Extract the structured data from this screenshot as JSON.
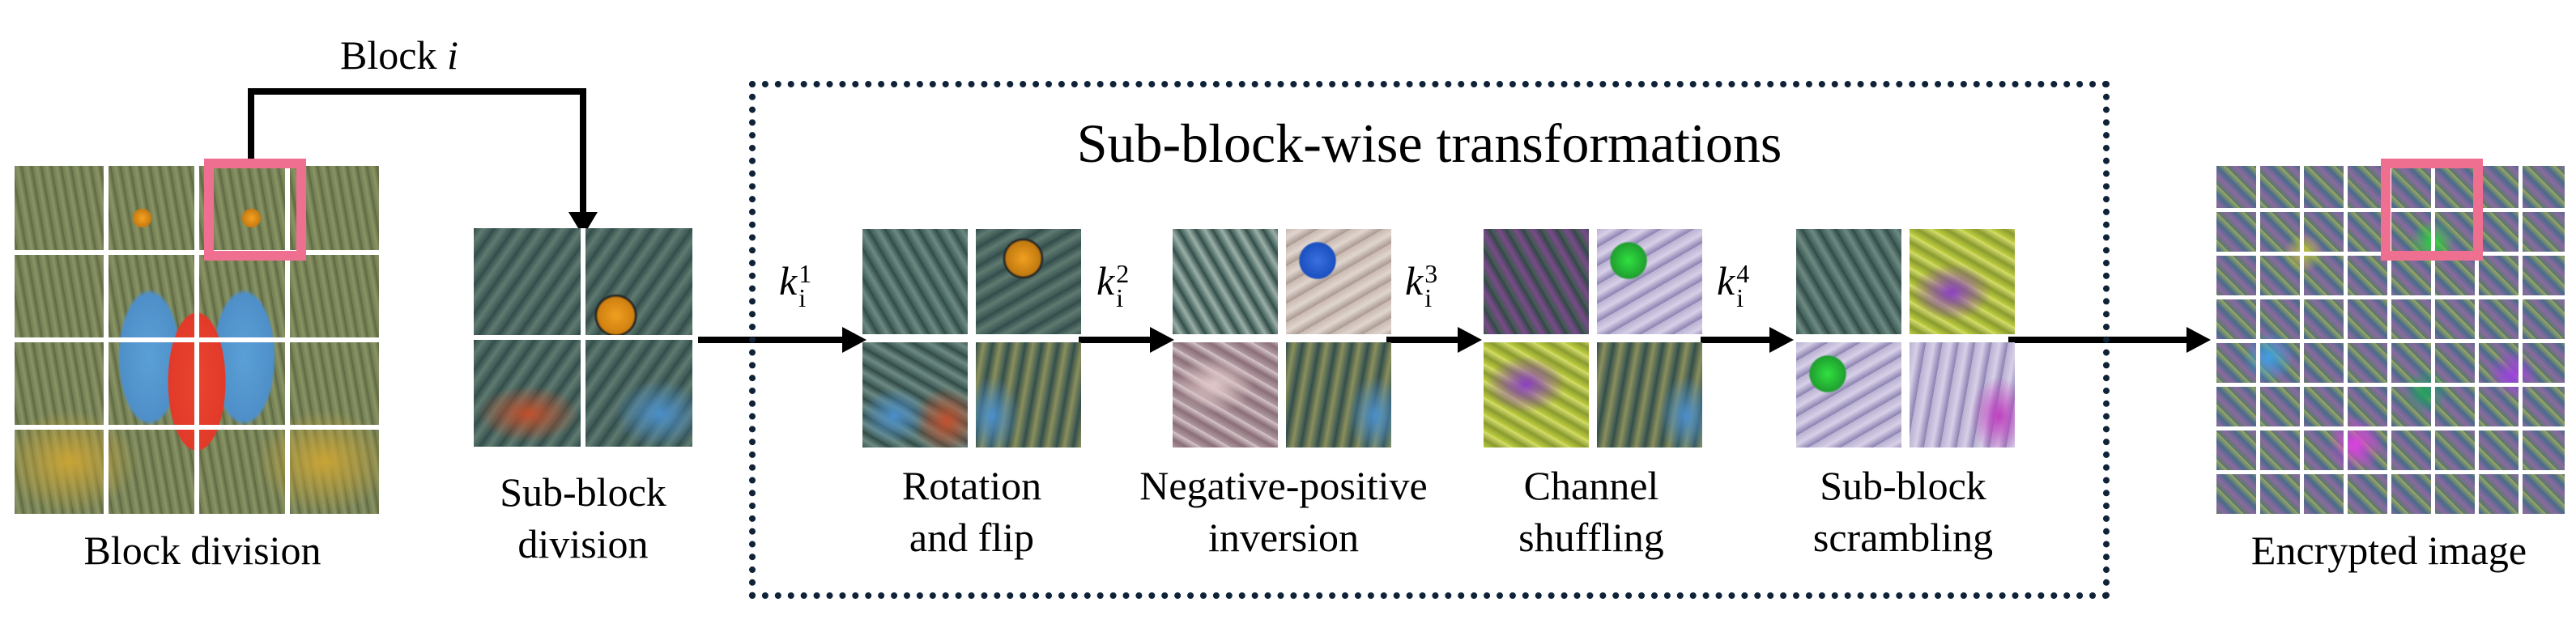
{
  "labels": {
    "block_i": "Block",
    "block_i_var": "i",
    "block_division": "Block division",
    "sub_block_division_line1": "Sub-block",
    "sub_block_division_line2": "division",
    "title": "Sub-block-wise transformations",
    "rotation_line1": "Rotation",
    "rotation_line2": "and flip",
    "negpos_line1": "Negative-positive",
    "negpos_line2": "inversion",
    "channel_line1": "Channel",
    "channel_line2": "shuffling",
    "scramble_line1": "Sub-block",
    "scramble_line2": "scrambling",
    "encrypted": "Encrypted image"
  },
  "keys": [
    {
      "base": "k",
      "sub": "i",
      "sup": "1"
    },
    {
      "base": "k",
      "sub": "i",
      "sup": "2"
    },
    {
      "base": "k",
      "sub": "i",
      "sup": "3"
    },
    {
      "base": "k",
      "sub": "i",
      "sup": "4"
    }
  ],
  "colors": {
    "frame": "#0f2238",
    "highlight": "#ee6f8f",
    "arrow": "#000000"
  }
}
